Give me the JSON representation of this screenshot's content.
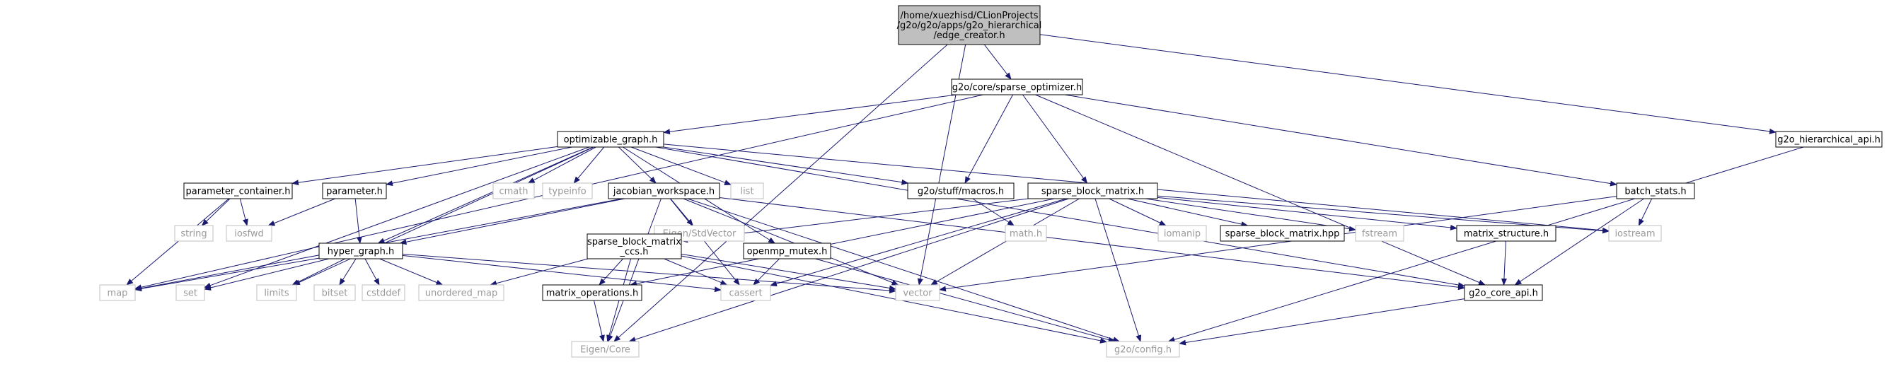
{
  "colors": {
    "edge": "#191970",
    "root_fill": "#bfbfbf",
    "project_border": "#000000",
    "system_border": "#bfbfbf",
    "system_text": "#9a9a9a"
  },
  "nodes": {
    "root": {
      "lines": [
        "/home/xuezhisd/CLionProjects",
        "/g2o/g2o/apps/g2o_hierarchical",
        "/edge_creator.h"
      ],
      "kind": "root"
    },
    "sparse_optimizer": {
      "lines": [
        "g2o/core/sparse_optimizer.h"
      ],
      "kind": "proj"
    },
    "g2o_hierarchical_api": {
      "lines": [
        "g2o_hierarchical_api.h"
      ],
      "kind": "proj"
    },
    "optimizable_graph": {
      "lines": [
        "optimizable_graph.h"
      ],
      "kind": "proj"
    },
    "parameter_container": {
      "lines": [
        "parameter_container.h"
      ],
      "kind": "proj"
    },
    "parameter": {
      "lines": [
        "parameter.h"
      ],
      "kind": "proj"
    },
    "cmath": {
      "lines": [
        "cmath"
      ],
      "kind": "sys"
    },
    "typeinfo": {
      "lines": [
        "typeinfo"
      ],
      "kind": "sys"
    },
    "jacobian_workspace": {
      "lines": [
        "jacobian_workspace.h"
      ],
      "kind": "proj"
    },
    "list": {
      "lines": [
        "list"
      ],
      "kind": "sys"
    },
    "macros": {
      "lines": [
        "g2o/stuff/macros.h"
      ],
      "kind": "proj"
    },
    "sparse_block_matrix": {
      "lines": [
        "sparse_block_matrix.h"
      ],
      "kind": "proj"
    },
    "batch_stats": {
      "lines": [
        "batch_stats.h"
      ],
      "kind": "proj"
    },
    "string": {
      "lines": [
        "string"
      ],
      "kind": "sys"
    },
    "iosfwd": {
      "lines": [
        "iosfwd"
      ],
      "kind": "sys"
    },
    "hyper_graph": {
      "lines": [
        "hyper_graph.h"
      ],
      "kind": "proj"
    },
    "eigen_stdvector": {
      "lines": [
        "Eigen/StdVector"
      ],
      "kind": "sys"
    },
    "sbm_ccs": {
      "lines": [
        "sparse_block_matrix",
        "_ccs.h"
      ],
      "kind": "proj"
    },
    "openmp_mutex": {
      "lines": [
        "openmp_mutex.h"
      ],
      "kind": "proj"
    },
    "math_h": {
      "lines": [
        "math.h"
      ],
      "kind": "sys"
    },
    "iomanip": {
      "lines": [
        "iomanip"
      ],
      "kind": "sys"
    },
    "sbm_hpp": {
      "lines": [
        "sparse_block_matrix.hpp"
      ],
      "kind": "proj"
    },
    "fstream": {
      "lines": [
        "fstream"
      ],
      "kind": "sys"
    },
    "matrix_structure": {
      "lines": [
        "matrix_structure.h"
      ],
      "kind": "proj"
    },
    "iostream": {
      "lines": [
        "iostream"
      ],
      "kind": "sys"
    },
    "map": {
      "lines": [
        "map"
      ],
      "kind": "sys"
    },
    "set": {
      "lines": [
        "set"
      ],
      "kind": "sys"
    },
    "limits": {
      "lines": [
        "limits"
      ],
      "kind": "sys"
    },
    "bitset": {
      "lines": [
        "bitset"
      ],
      "kind": "sys"
    },
    "cstddef": {
      "lines": [
        "cstddef"
      ],
      "kind": "sys"
    },
    "unordered_map": {
      "lines": [
        "unordered_map"
      ],
      "kind": "sys"
    },
    "matrix_operations": {
      "lines": [
        "matrix_operations.h"
      ],
      "kind": "proj"
    },
    "cassert": {
      "lines": [
        "cassert"
      ],
      "kind": "sys"
    },
    "vector": {
      "lines": [
        "vector"
      ],
      "kind": "sys"
    },
    "g2o_core_api": {
      "lines": [
        "g2o_core_api.h"
      ],
      "kind": "proj"
    },
    "eigen_core": {
      "lines": [
        "Eigen/Core"
      ],
      "kind": "sys"
    },
    "g2o_config": {
      "lines": [
        "g2o/config.h"
      ],
      "kind": "sys"
    }
  }
}
